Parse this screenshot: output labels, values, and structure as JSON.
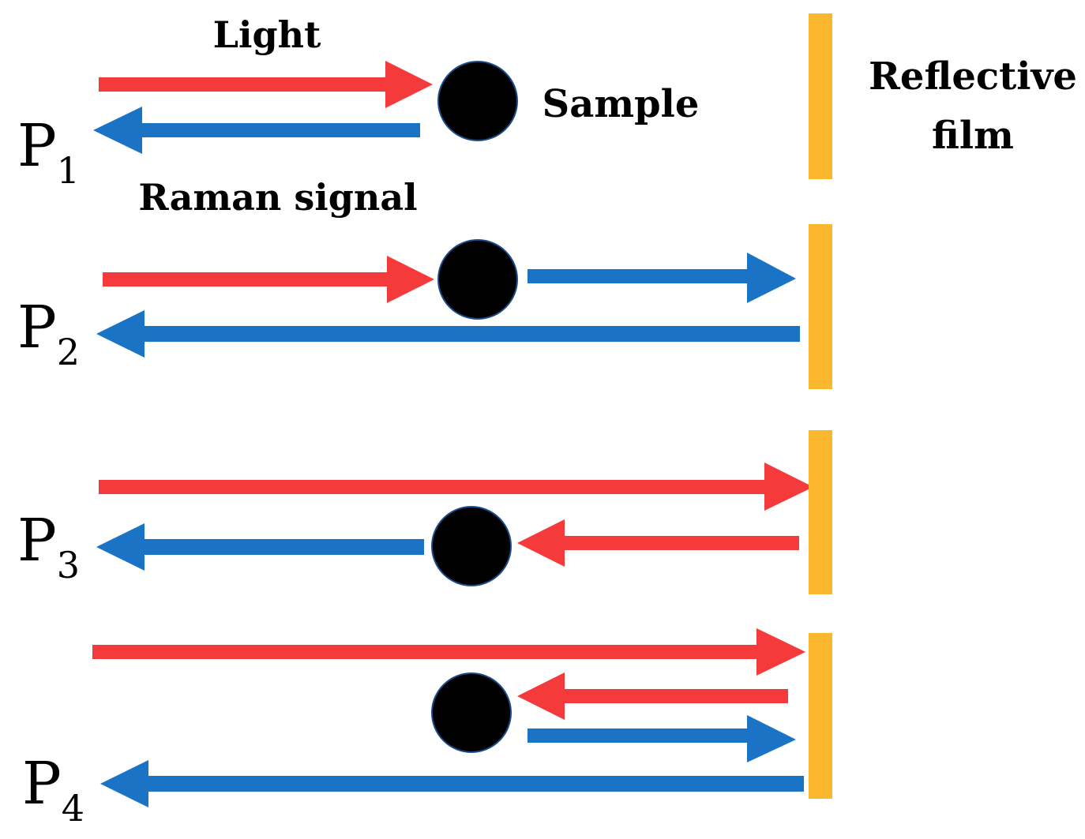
{
  "labels": {
    "light": "Light",
    "raman_signal": "Raman signal",
    "sample": "Sample",
    "reflective_film_line1": "Reflective",
    "reflective_film_line2": "film"
  },
  "paths": [
    {
      "id": "p1",
      "letter": "P",
      "subscript": "1"
    },
    {
      "id": "p2",
      "letter": "P",
      "subscript": "2"
    },
    {
      "id": "p3",
      "letter": "P",
      "subscript": "3"
    },
    {
      "id": "p4",
      "letter": "P",
      "subscript": "4"
    }
  ],
  "colors": {
    "light_arrow": "#f43a3a",
    "raman_arrow": "#1a73c4",
    "sample_fill": "#000000",
    "sample_outline": "#1a4c8a",
    "reflective_film": "#fbb82e",
    "text": "#000000",
    "background": "#ffffff"
  }
}
